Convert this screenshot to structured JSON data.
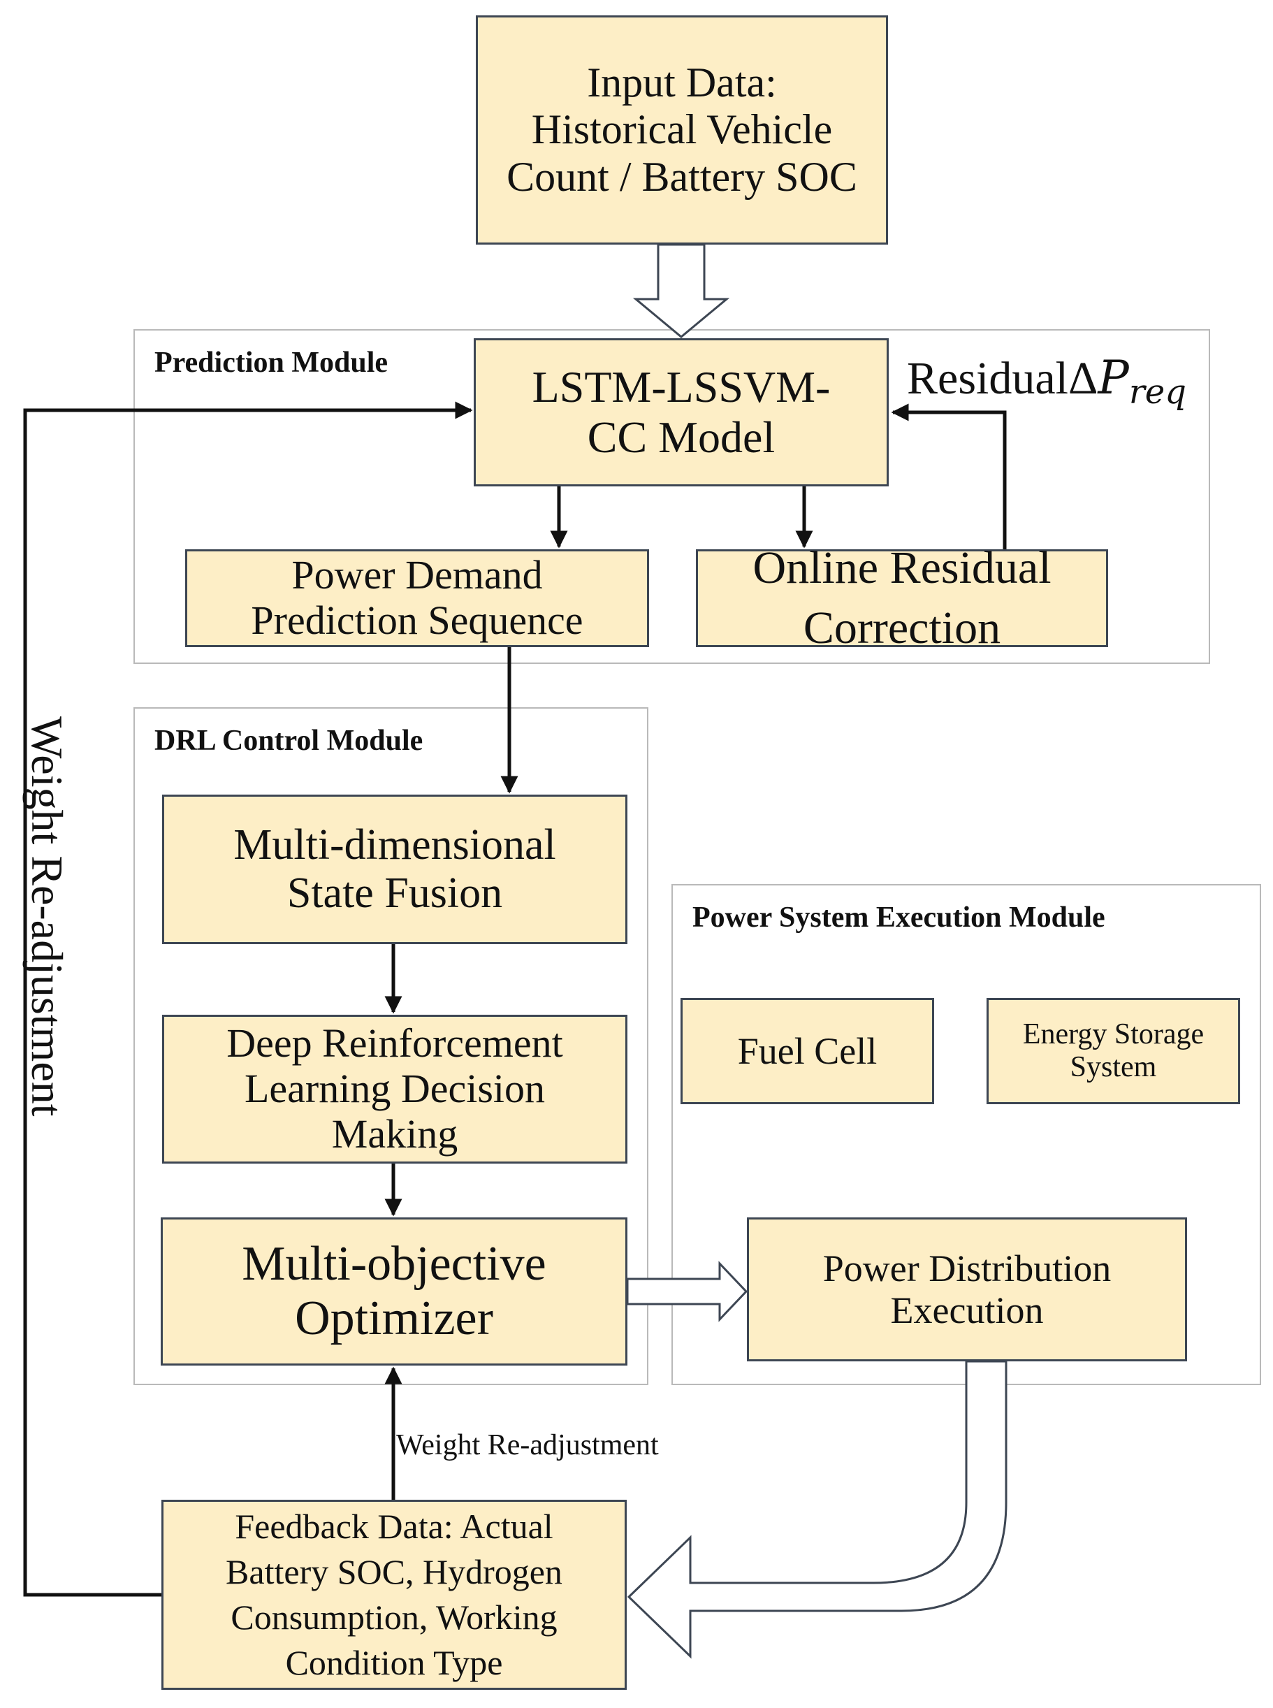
{
  "input_box": {
    "text": "Input Data: Historical Vehicle Count / Battery SOC"
  },
  "prediction_module": {
    "title": "Prediction Module",
    "model_box": "LSTM-LSSVM-CC Model",
    "residual_label_prefix": "ResidualΔ",
    "residual_label_var": "P",
    "residual_label_sub": "req",
    "power_demand_box": "Power Demand Prediction Sequence",
    "online_residual_box": "Online Residual Correction"
  },
  "drl_module": {
    "title": "DRL Control Module",
    "state_fusion_box": "Multi-dimensional State Fusion",
    "drl_decision_box": "Deep Reinforcement Learning Decision Making",
    "optimizer_box": "Multi-objective Optimizer"
  },
  "power_module": {
    "title": "Power System Execution Module",
    "fuel_cell_box": "Fuel Cell",
    "energy_storage_box": "Energy Storage System",
    "distribution_box": "Power Distribution Execution"
  },
  "feedback_box": "Feedback Data: Actual Battery SOC, Hydrogen Consumption, Working Condition Type",
  "weight_readjust_small": "Weight Re-adjustment",
  "weight_readjust_vertical": "Weight Re-adjustment",
  "colors": {
    "box_fill": "#fdeec6",
    "box_border": "#3d4653",
    "module_border": "#b9b9b9",
    "arrow": "#111111"
  }
}
